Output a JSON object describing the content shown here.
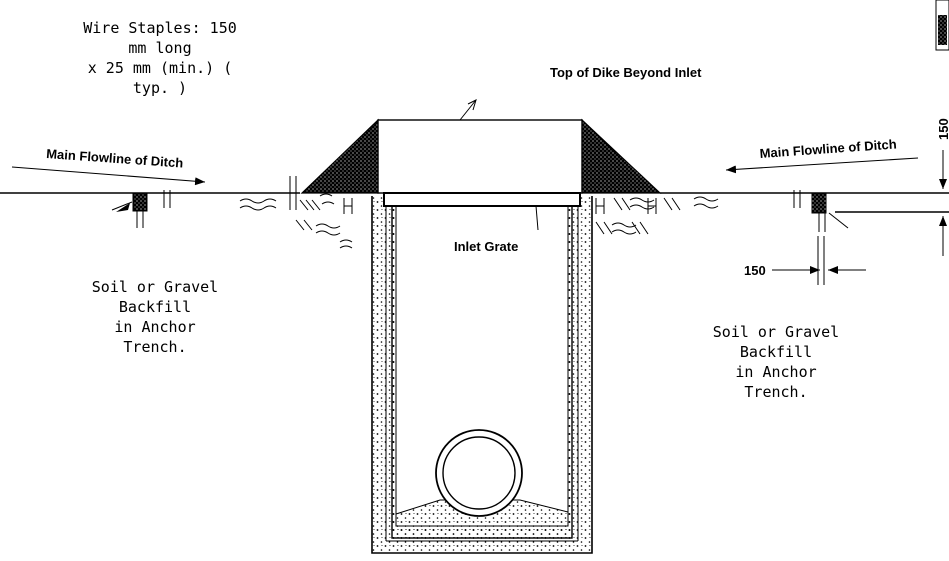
{
  "labels": {
    "wire_staples": [
      "Wire Staples: 150",
      "mm long",
      "x 25 mm (min.) (",
      "typ. )"
    ],
    "top_of_dike": "Top of Dike Beyond Inlet",
    "flowline_left": "Main Flowline of Ditch",
    "flowline_right": "Main Flowline of Ditch",
    "inlet_grate": "Inlet Grate",
    "backfill_left": [
      "Soil or Gravel",
      "Backfill",
      "in Anchor",
      "Trench."
    ],
    "backfill_right": [
      "Soil or Gravel",
      "Backfill",
      "in Anchor",
      "Trench."
    ],
    "dim_150_horizontal": "150",
    "dim_150_vertical": "150"
  },
  "colors": {
    "line": "#000000",
    "background": "#ffffff"
  }
}
